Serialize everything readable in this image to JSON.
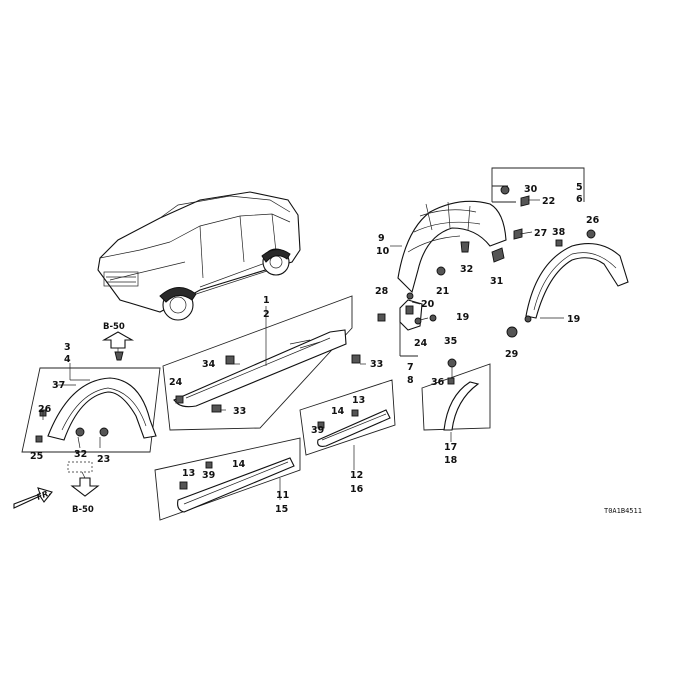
{
  "diagram_code": "T0A1B4511",
  "front_label": "FR.",
  "ref_labels": [
    "B-50",
    "B-50"
  ],
  "callouts": {
    "c1": "1",
    "c2": "2",
    "c3": "3",
    "c4": "4",
    "c5": "5",
    "c6": "6",
    "c7": "7",
    "c8": "8",
    "c9": "9",
    "c10": "10",
    "c11": "11",
    "c12": "12",
    "c13a": "13",
    "c13b": "13",
    "c14a": "14",
    "c14b": "14",
    "c15": "15",
    "c16": "16",
    "c17": "17",
    "c18": "18",
    "c19a": "19",
    "c19b": "19",
    "c20": "20",
    "c21": "21",
    "c22": "22",
    "c23": "23",
    "c24a": "24",
    "c24b": "24",
    "c25": "25",
    "c26a": "26",
    "c26b": "26",
    "c27": "27",
    "c28": "28",
    "c29": "29",
    "c30": "30",
    "c31": "31",
    "c32a": "32",
    "c32b": "32",
    "c33a": "33",
    "c33b": "33",
    "c34": "34",
    "c35": "35",
    "c36": "36",
    "c37": "37",
    "c38": "38",
    "c39a": "39",
    "c39b": "39"
  }
}
